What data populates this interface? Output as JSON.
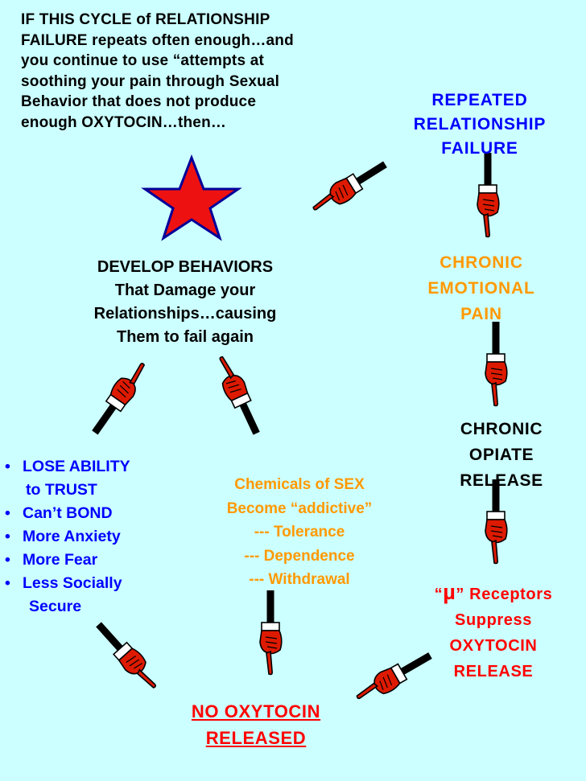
{
  "intro_text": [
    "IF THIS CYCLE of RELATIONSHIP",
    "FAILURE repeats often enough…and",
    "you continue to use “attempts at",
    "soothing your pain through Sexual",
    "Behavior that does not produce",
    "enough OXYTOCIN…then…"
  ],
  "repeated_failure": [
    "REPEATED",
    "RELATIONSHIP",
    "FAILURE"
  ],
  "chronic_emotional_pain": [
    "CHRONIC",
    "EMOTIONAL",
    "PAIN"
  ],
  "chronic_opiate_release": [
    "CHRONIC",
    "OPIATE",
    "RELEASE"
  ],
  "mu_receptors": {
    "open_quote": "“",
    "symbol": "µ",
    "rest": "” Receptors",
    "lines": [
      "Suppress",
      "OXYTOCIN",
      "RELEASE"
    ]
  },
  "no_oxytocin": [
    "NO OXYTOCIN",
    "RELEASED"
  ],
  "chemicals_of_sex": [
    "Chemicals of SEX",
    "Become “addictive”",
    "--- Tolerance",
    "--- Dependence",
    "--- Withdrawal"
  ],
  "losses": {
    "item1_a": "LOSE ABILITY",
    "item1_b": "to TRUST",
    "item2": "Can’t BOND",
    "item3": "More Anxiety",
    "item4": "More Fear",
    "item5_a": "Less Socially",
    "item5_b": "Secure"
  },
  "develop_behaviors": [
    "DEVELOP BEHAVIORS",
    "That Damage your",
    "Relationships…causing",
    "Them to fail again"
  ],
  "colors": {
    "background": "#ccffff",
    "blue_text": "#0000ff",
    "orange_text": "#ff9900",
    "red_text": "#ff0000",
    "star_fill": "#ee1111",
    "star_outline": "#000099",
    "hand_red": "#dd1a00"
  },
  "icons": [
    "pointing-hand-icon",
    "red-star-icon"
  ]
}
